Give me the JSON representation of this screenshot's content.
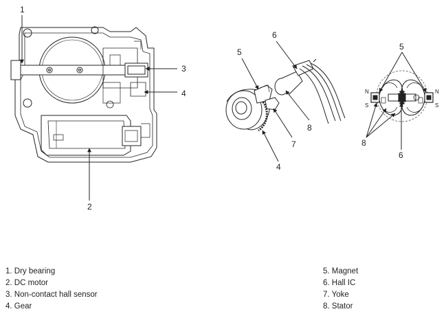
{
  "callouts": {
    "left": [
      "1",
      "2",
      "3",
      "4"
    ],
    "middle": [
      "4",
      "5",
      "6",
      "7",
      "8"
    ],
    "right": [
      "5",
      "6",
      "8"
    ],
    "poles": [
      "N",
      "S",
      "N",
      "S"
    ]
  },
  "legend": {
    "left": [
      "1. Dry bearing",
      "2. DC motor",
      "3. Non-contact hall sensor",
      "4. Gear"
    ],
    "right": [
      "5. Magnet",
      "6. Hall IC",
      "7. Yoke",
      "8. Stator"
    ]
  }
}
